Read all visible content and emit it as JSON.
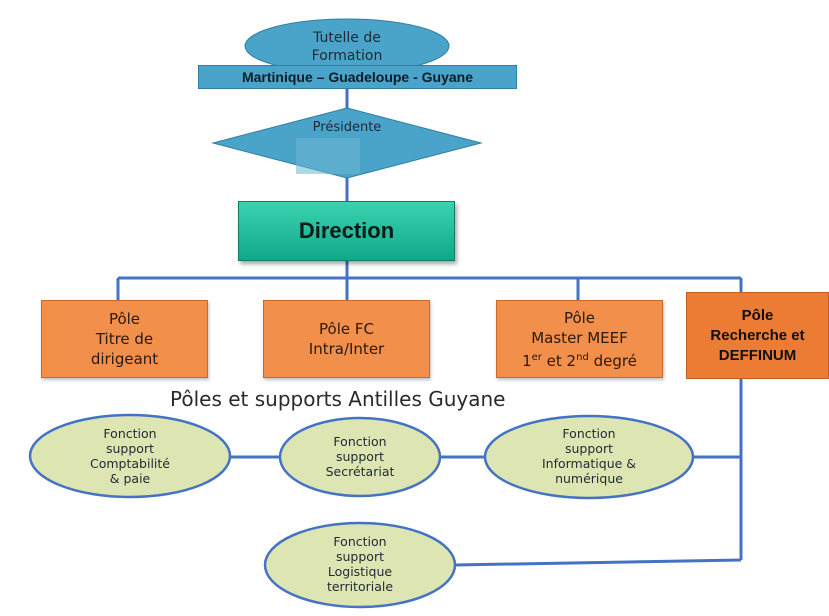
{
  "tutelle": {
    "line1": "Tutelle de",
    "line2": "Formation"
  },
  "territories": "Martinique – Guadeloupe - Guyane",
  "presidente": "Présidente",
  "direction": "Direction",
  "poles": [
    {
      "lines": [
        "Pôle",
        "Titre de",
        "dirigeant"
      ]
    },
    {
      "lines": [
        "Pôle FC",
        "Intra/Inter"
      ]
    },
    {
      "line1": "Pôle",
      "line2": "Master MEEF",
      "line3_a": "1",
      "line3_sup1": "er",
      "line3_b": " et 2",
      "line3_sup2": "nd",
      "line3_c": " degré"
    },
    {
      "lines": [
        "Pôle",
        "Recherche et",
        "DEFFINUM"
      ]
    }
  ],
  "section_title": "Pôles et supports Antilles Guyane",
  "supports": [
    {
      "lines": [
        "Fonction",
        "support",
        "Comptabilité",
        "& paie"
      ]
    },
    {
      "lines": [
        "Fonction",
        "support",
        "Secrétariat"
      ]
    },
    {
      "lines": [
        "Fonction",
        "support",
        "Informatique &",
        "numérique"
      ]
    },
    {
      "lines": [
        "Fonction",
        "support",
        "Logistique",
        "territoriale"
      ]
    }
  ],
  "colors": {
    "connector": "#4472c4",
    "ellipse_fill": "#4aa3c8",
    "diamond_fill": "#4aa3c8",
    "direction_fill": "#1fbf9c",
    "pole_fill": "#f28f4a",
    "support_fill": "#dde6b3"
  }
}
